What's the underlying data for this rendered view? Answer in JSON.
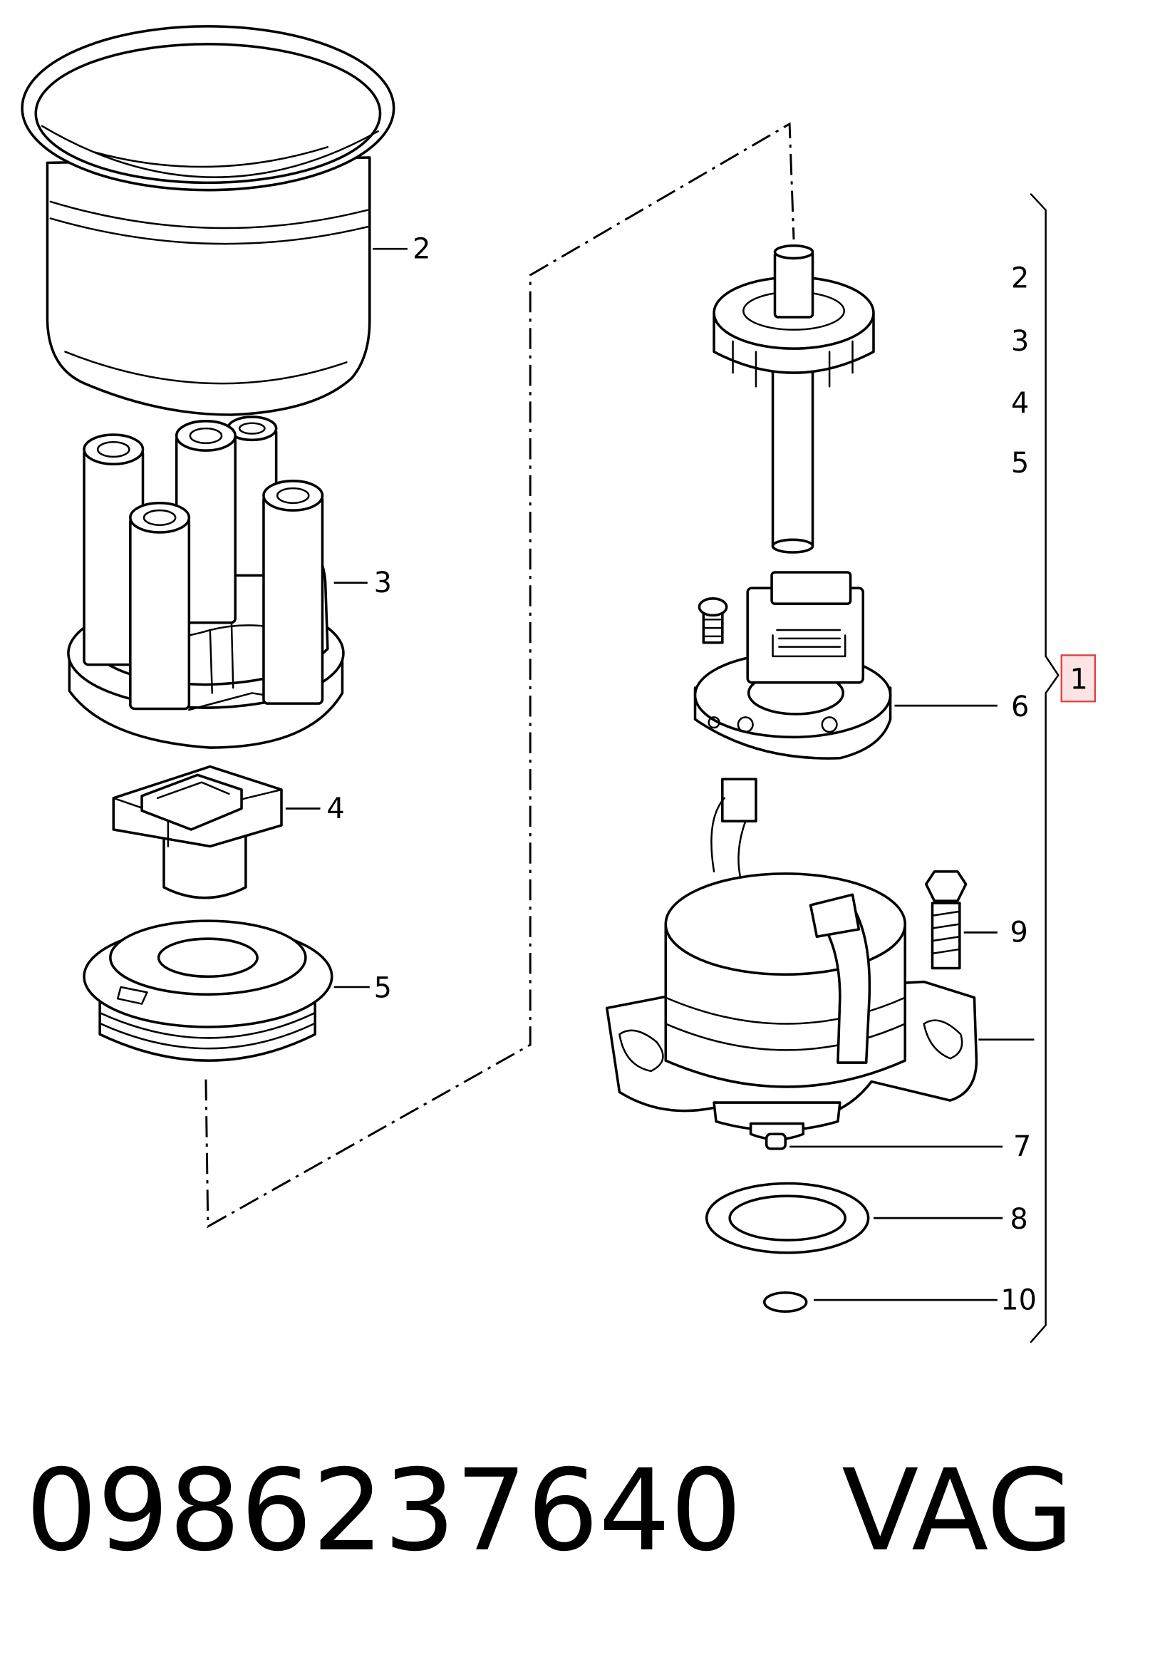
{
  "exploded_view": {
    "callout_labels": {
      "cap_cover": "2",
      "distributor_cap": "3",
      "rotor": "4",
      "dust_shield": "5",
      "hall_sender": "6",
      "drive_pin": "7",
      "o_ring": "8",
      "bolt": "9",
      "small_seal": "10"
    },
    "bracket_list": [
      "2",
      "3",
      "4",
      "5",
      "6",
      "7",
      "8",
      "9",
      "10"
    ],
    "assembly_callout": "1",
    "highlight_color": "#e0403f",
    "highlight_fill": "#fde3e3"
  },
  "footer": {
    "part_number": "0986237640",
    "brand": "VAG"
  }
}
